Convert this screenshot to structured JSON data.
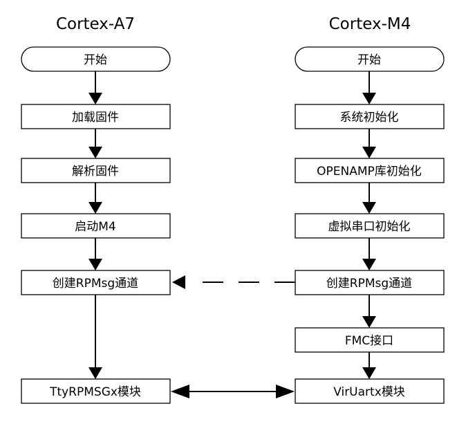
{
  "columns": {
    "left": {
      "title": "Cortex-A7",
      "nodes": [
        "开始",
        "加载固件",
        "解析固件",
        "启动M4",
        "创建RPMsg通道",
        "TtyRPMSGx模块"
      ]
    },
    "right": {
      "title": "Cortex-M4",
      "nodes": [
        "开始",
        "系统初始化",
        "OPENAMP库初始化",
        "虚拟串口初始化",
        "创建RPMsg通道",
        "FMC接口",
        "VirUartx模块"
      ]
    }
  },
  "colors": {
    "stroke": "#000000",
    "fill": "#ffffff"
  }
}
